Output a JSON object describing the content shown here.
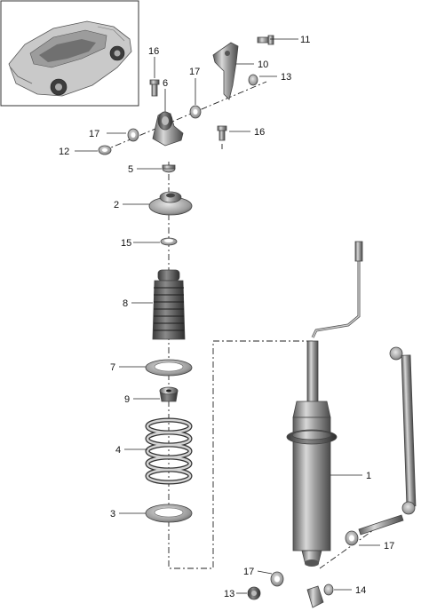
{
  "diagram": {
    "labels": {
      "p1": "1",
      "p2": "2",
      "p3": "3",
      "p4": "4",
      "p5": "5",
      "p6": "6",
      "p7": "7",
      "p8": "8",
      "p9": "9",
      "p10": "10",
      "p11": "11",
      "p12": "12",
      "p13_top": "13",
      "p13_bottom": "13",
      "p14": "14",
      "p15": "15",
      "p16_left": "16",
      "p16_right": "16",
      "p17_left": "17",
      "p17_top": "17",
      "p17_right": "17",
      "p17_bottom": "17"
    }
  }
}
